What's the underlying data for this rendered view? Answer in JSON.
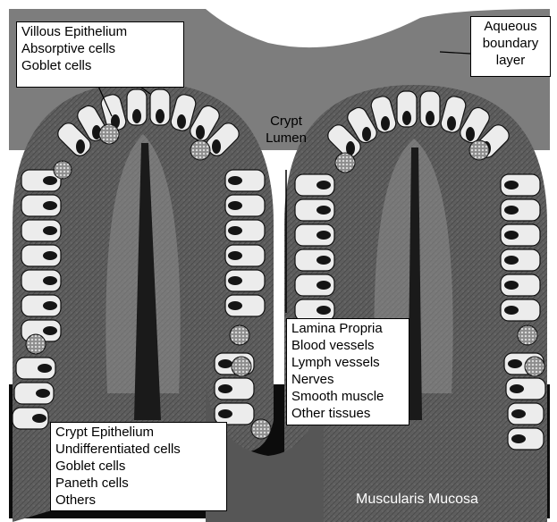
{
  "labels": {
    "villous": {
      "title": "Villous Epithelium",
      "items": [
        "Absorptive cells",
        "Goblet cells"
      ]
    },
    "aqueous": {
      "lines": [
        "Aqueous",
        "boundary",
        "layer"
      ]
    },
    "crypt_lumen": {
      "lines": [
        "Crypt",
        "Lumen"
      ]
    },
    "lamina": {
      "title": "Lamina Propria",
      "items": [
        "Blood vessels",
        "Lymph vessels",
        "Nerves",
        "Smooth muscle",
        "Other tissues"
      ]
    },
    "crypt_epithelium": {
      "title": "Crypt Epithelium",
      "items": [
        "Undifferentiated cells",
        "Goblet cells",
        "Paneth cells",
        "Others"
      ]
    },
    "muscularis": "Muscularis Mucosa"
  },
  "colors": {
    "background": "#ffffff",
    "boundary_layer": "#7a7a7a",
    "tissue": "#5b5b5b",
    "cell_fill": "#ececec",
    "nucleus": "#151515",
    "base": "#0a0a0a"
  }
}
